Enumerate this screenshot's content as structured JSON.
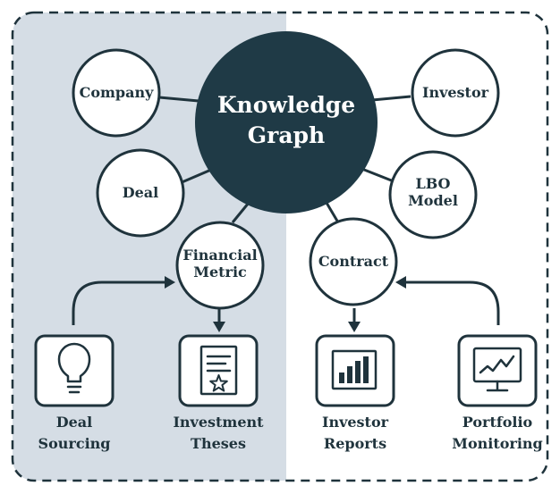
{
  "center": {
    "line1": "Knowledge",
    "line2": "Graph"
  },
  "nodes": {
    "company": "Company",
    "investor": "Investor",
    "deal": "Deal",
    "lbo": {
      "line1": "LBO",
      "line2": "Model"
    },
    "financial_metric": {
      "line1": "Financial",
      "line2": "Metric"
    },
    "contract": "Contract"
  },
  "outputs": {
    "deal_sourcing": {
      "line1": "Deal",
      "line2": "Sourcing",
      "icon": "lightbulb-icon"
    },
    "investment_theses": {
      "line1": "Investment",
      "line2": "Theses",
      "icon": "document-star-icon"
    },
    "investor_reports": {
      "line1": "Investor",
      "line2": "Reports",
      "icon": "bar-chart-icon"
    },
    "portfolio_monitoring": {
      "line1": "Portfolio",
      "line2": "Monitoring",
      "icon": "monitor-chart-icon"
    }
  },
  "colors": {
    "ink": "#1f333c",
    "center_fill": "#1f3a46",
    "panel_fill": "#d5dde5",
    "background": "#ffffff"
  }
}
